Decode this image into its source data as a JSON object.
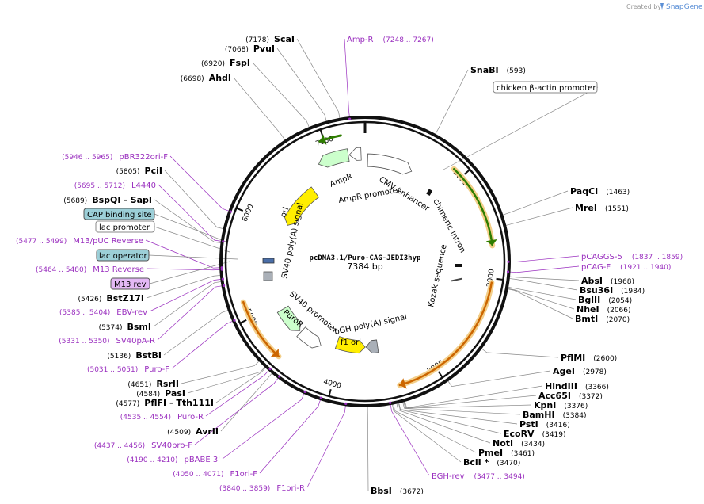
{
  "header": {
    "created_by": "Created by",
    "brand": "SnapGene"
  },
  "plasmid": {
    "name": "pcDNA3.1/Puro-CAG-JEDI3hyp",
    "size_label": "7384 bp",
    "length": 7384
  },
  "ticks": [
    "1000",
    "2000",
    "3000",
    "4000",
    "5000",
    "6000",
    "7000"
  ],
  "enzymes": [
    {
      "name": "ScaI",
      "pos": "(7178)",
      "site": 7178,
      "side": "L"
    },
    {
      "name": "PvuI",
      "pos": "(7068)",
      "site": 7068,
      "side": "L"
    },
    {
      "name": "FspI",
      "pos": "(6920)",
      "site": 6920,
      "side": "L"
    },
    {
      "name": "AhdI",
      "pos": "(6698)",
      "site": 6698,
      "side": "L"
    },
    {
      "name": "SnaBI",
      "pos": "(593)",
      "site": 593,
      "side": "R"
    },
    {
      "name": "PaqCI",
      "pos": "(1463)",
      "site": 1463,
      "side": "R"
    },
    {
      "name": "MreI",
      "pos": "(1551)",
      "site": 1551,
      "side": "R"
    },
    {
      "name": "AbsI",
      "pos": "(1968)",
      "site": 1968,
      "side": "R"
    },
    {
      "name": "Bsu36I",
      "pos": "(1984)",
      "site": 1984,
      "side": "R"
    },
    {
      "name": "BglII",
      "pos": "(2054)",
      "site": 2054,
      "side": "R"
    },
    {
      "name": "NheI",
      "pos": "(2066)",
      "site": 2066,
      "side": "R"
    },
    {
      "name": "BmtI",
      "pos": "(2070)",
      "site": 2070,
      "side": "R"
    },
    {
      "name": "PflMI",
      "pos": "(2600)",
      "site": 2600,
      "side": "R"
    },
    {
      "name": "AgeI",
      "pos": "(2978)",
      "site": 2978,
      "side": "R"
    },
    {
      "name": "HindIII",
      "pos": "(3366)",
      "site": 3366,
      "side": "R"
    },
    {
      "name": "Acc65I",
      "pos": "(3372)",
      "site": 3372,
      "side": "R"
    },
    {
      "name": "KpnI",
      "pos": "(3376)",
      "site": 3376,
      "side": "R"
    },
    {
      "name": "BamHI",
      "pos": "(3384)",
      "site": 3384,
      "side": "R"
    },
    {
      "name": "PstI",
      "pos": "(3416)",
      "site": 3416,
      "side": "R"
    },
    {
      "name": "EcoRV",
      "pos": "(3419)",
      "site": 3419,
      "side": "R"
    },
    {
      "name": "NotI",
      "pos": "(3434)",
      "site": 3434,
      "side": "R"
    },
    {
      "name": "PmeI",
      "pos": "(3461)",
      "site": 3461,
      "side": "R"
    },
    {
      "name": "BclI *",
      "pos": "(3470)",
      "site": 3470,
      "side": "R"
    },
    {
      "name": "BbsI",
      "pos": "(3672)",
      "site": 3672,
      "side": "R"
    },
    {
      "name": "AvrII",
      "pos": "(4509)",
      "site": 4509,
      "side": "L"
    },
    {
      "name": "PflFI  - Tth111I",
      "pos": "(4577)",
      "site": 4577,
      "side": "L"
    },
    {
      "name": "PasI",
      "pos": "(4584)",
      "site": 4584,
      "side": "L"
    },
    {
      "name": "RsrII",
      "pos": "(4651)",
      "site": 4651,
      "side": "L"
    },
    {
      "name": "BstBI",
      "pos": "(5136)",
      "site": 5136,
      "side": "L"
    },
    {
      "name": "BsmI",
      "pos": "(5374)",
      "site": 5374,
      "side": "L"
    },
    {
      "name": "BstZ17I",
      "pos": "(5426)",
      "site": 5426,
      "side": "L"
    },
    {
      "name": "BspQI  - SapI",
      "pos": "(5689)",
      "site": 5689,
      "side": "L"
    },
    {
      "name": "PciI",
      "pos": "(5805)",
      "site": 5805,
      "side": "L"
    }
  ],
  "primers": [
    {
      "name": "Amp-R",
      "pos": "(7248 .. 7267)",
      "site": 7258
    },
    {
      "name": "pCAGGS-5",
      "pos": "(1837 .. 1859)",
      "site": 1848
    },
    {
      "name": "pCAG-F",
      "pos": "(1921 .. 1940)",
      "site": 1930
    },
    {
      "name": "BGH-rev",
      "pos": "(3477 .. 3494)",
      "site": 3485
    },
    {
      "name": "F1ori-R",
      "pos": "(3840 .. 3859)",
      "site": 3850
    },
    {
      "name": "F1ori-F",
      "pos": "(4050 .. 4071)",
      "site": 4060
    },
    {
      "name": "pBABE 3'",
      "pos": "(4190 .. 4210)",
      "site": 4200
    },
    {
      "name": "SV40pro-F",
      "pos": "(4437 .. 4456)",
      "site": 4446
    },
    {
      "name": "Puro-R",
      "pos": "(4535 .. 4554)",
      "site": 4544
    },
    {
      "name": "Puro-F",
      "pos": "(5031 .. 5051)",
      "site": 5041
    },
    {
      "name": "SV40pA-R",
      "pos": "(5331 .. 5350)",
      "site": 5340
    },
    {
      "name": "EBV-rev",
      "pos": "(5385 .. 5404)",
      "site": 5394
    },
    {
      "name": "M13 Reverse",
      "pos": "(5464 .. 5480)",
      "site": 5472
    },
    {
      "name": "M13/pUC Reverse",
      "pos": "(5477 .. 5499)",
      "site": 5488
    },
    {
      "name": "L4440",
      "pos": "(5695 .. 5712)",
      "site": 5703
    },
    {
      "name": "pBR322ori-F",
      "pos": "(5946 .. 5965)",
      "site": 5955
    }
  ],
  "boxed_features": [
    {
      "name": "chicken β-actin promoter",
      "style": "plain"
    },
    {
      "name": "CAP binding site",
      "style": "blue"
    },
    {
      "name": "lac promoter",
      "style": "plain"
    },
    {
      "name": "lac operator",
      "style": "blue"
    },
    {
      "name": "M13 rev",
      "style": "purple"
    }
  ],
  "inner_features": [
    {
      "name": "AmpR"
    },
    {
      "name": "AmpR promoter"
    },
    {
      "name": "CMV enhancer"
    },
    {
      "name": "chimeric intron"
    },
    {
      "name": "Kozak sequence"
    },
    {
      "name": "bGH poly(A) signal"
    },
    {
      "name": "f1 ori"
    },
    {
      "name": "SV40 promoter"
    },
    {
      "name": "PuroR"
    },
    {
      "name": "SV40 poly(A) signal"
    },
    {
      "name": "ori"
    }
  ],
  "colors": {
    "backbone": "#111111",
    "primer": "#9a2fbf",
    "ampr": "#ccffcc",
    "ori": "#ffee00",
    "orf_orange": "#cc6600",
    "green_arrow": "#2e7d00",
    "blue_box": "#9ccfd8",
    "purple_box": "#e3b8f5",
    "grey": "#aab0b8"
  }
}
